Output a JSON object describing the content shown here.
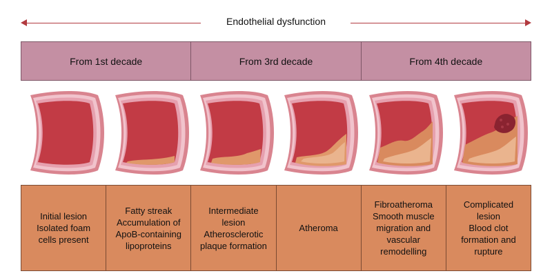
{
  "header": {
    "title": "Endothelial dysfunction"
  },
  "decades": [
    {
      "label": "From 1st decade"
    },
    {
      "label": "From 3rd decade"
    },
    {
      "label": "From 4th decade"
    }
  ],
  "stages": [
    {
      "name": "Initial lesion",
      "desc": "Isolated foam\ncells present"
    },
    {
      "name": "Fatty streak",
      "desc": "Accumulation of\nApoB-containing\nlipoproteins"
    },
    {
      "name": "Intermediate\nlesion",
      "desc": "Atherosclerotic\nplaque formation"
    },
    {
      "name": "Atheroma",
      "desc": ""
    },
    {
      "name": "Fibroatheroma",
      "desc": "Smooth muscle\nmigration and\nvascular\nremodelling"
    },
    {
      "name": "Complicated\nlesion",
      "desc": "Blood clot\nformation and\nrupture"
    }
  ],
  "colors": {
    "arrow": "#b23a3f",
    "decade_fill": "#c48fa3",
    "stage_fill": "#d98a5e",
    "lumen": "#c23b45",
    "wall_light": "#f1c3cc",
    "wall_mid": "#e6a0ae",
    "plaque": "#e0986a",
    "clot": "#8a2330"
  }
}
